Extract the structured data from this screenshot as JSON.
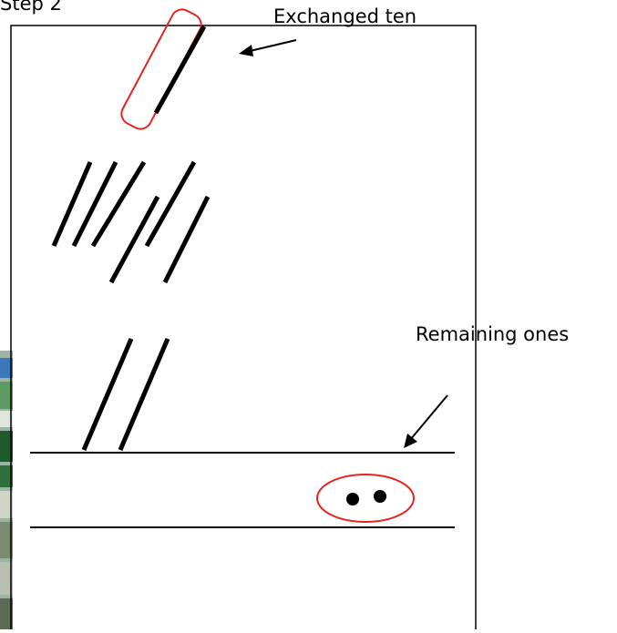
{
  "labels": {
    "step": "Step 2",
    "exchanged": "Exchanged ten",
    "remaining": "Remaining ones"
  },
  "groups": {
    "exchanged_tens": 1,
    "tens_middle": 6,
    "tens_bottom": 2,
    "remaining_ones": 2
  },
  "colors": {
    "stroke": "#000000",
    "highlight": "#e8231f",
    "frame": "#000000"
  }
}
